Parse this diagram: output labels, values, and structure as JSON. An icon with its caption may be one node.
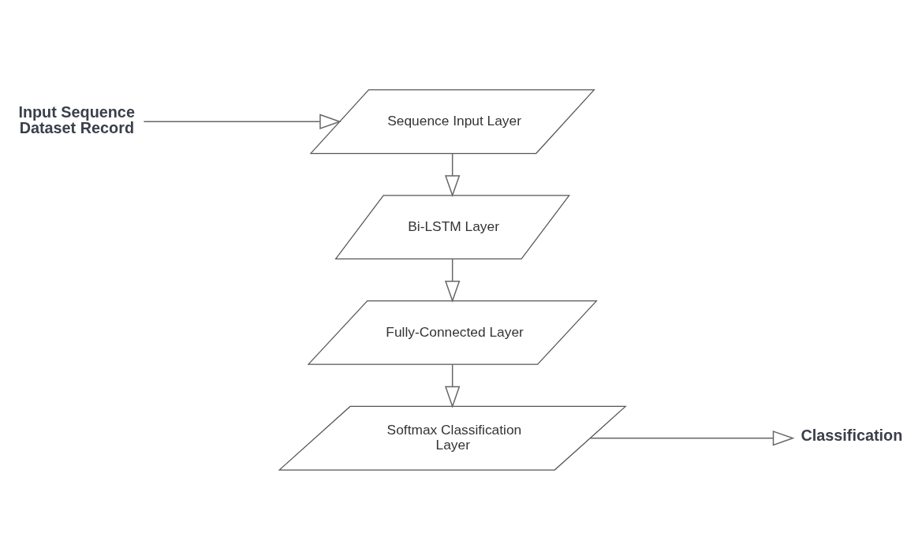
{
  "diagram": {
    "nodes": [
      {
        "text": [
          "Input Sequence Dataset Record"
        ]
      },
      {
        "text": [
          "Sequence Input Layer"
        ]
      },
      {
        "text": [
          "Bi-LSTM Layer"
        ]
      },
      {
        "text": [
          "Fully-Connected Layer"
        ]
      },
      {
        "text": [
          "Softmax Classification Layer"
        ]
      },
      {
        "text": [
          "Classification"
        ]
      }
    ],
    "edges": [
      {
        "from": 0,
        "to": 1,
        "arrow": "to"
      },
      {
        "from": 1,
        "to": 2,
        "arrow": "to"
      },
      {
        "from": 2,
        "to": 3,
        "arrow": "to"
      },
      {
        "from": 3,
        "to": 4,
        "arrow": "to"
      },
      {
        "from": 4,
        "to": 5,
        "arrow": "to"
      }
    ]
  }
}
